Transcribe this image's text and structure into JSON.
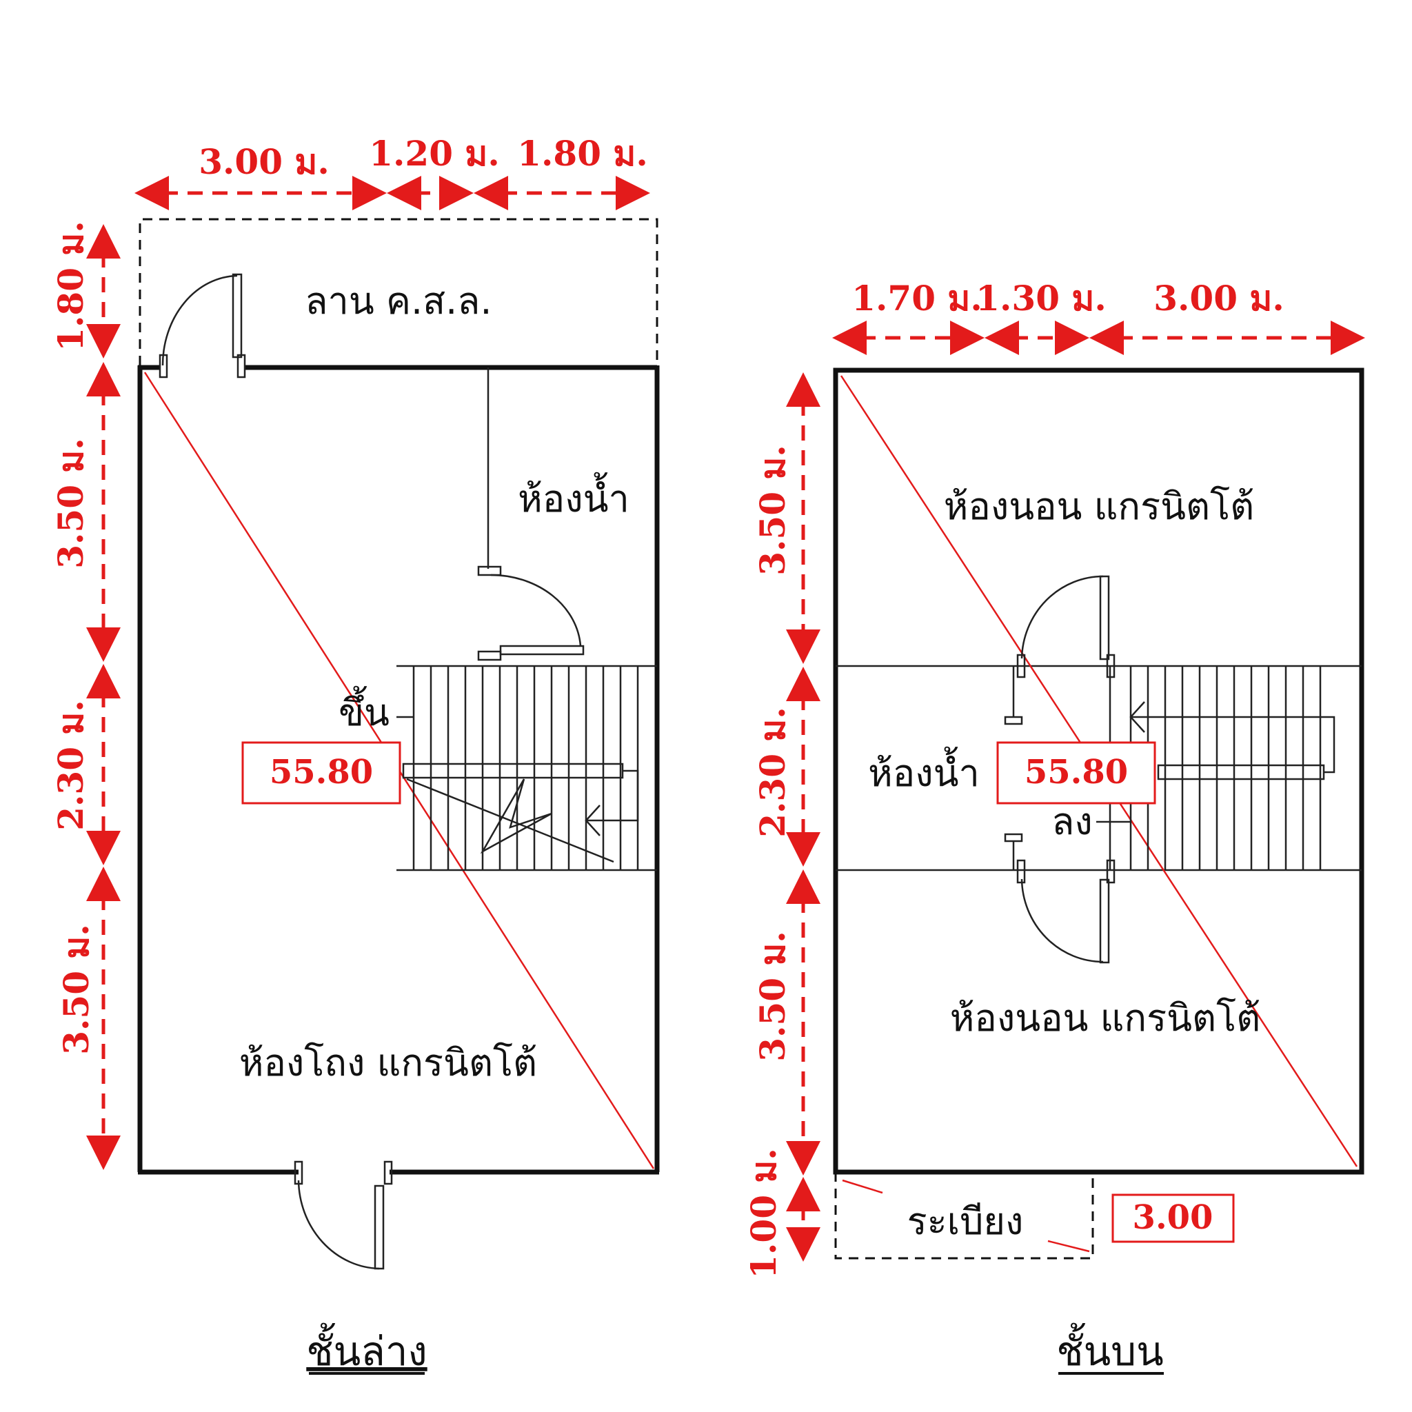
{
  "lower_floor": {
    "caption": "ชั้นล่าง",
    "dims_top": [
      "3.00 ม.",
      "1.20 ม.",
      "1.80 ม."
    ],
    "dims_left": [
      "1.80 ม.",
      "3.50 ม.",
      "2.30 ม.",
      "3.50 ม."
    ],
    "rooms": {
      "patio": "ลาน ค.ส.ล.",
      "bathroom": "ห้องน้ำ",
      "living": "ห้องโถง แกรนิตโต้",
      "stair_up": "ขึ้น"
    },
    "area": "55.80"
  },
  "upper_floor": {
    "caption": "ชั้นบน",
    "dims_top": [
      "1.70 ม.",
      "1.30 ม.",
      "3.00 ม."
    ],
    "dims_left": [
      "3.50 ม.",
      "2.30 ม.",
      "3.50 ม.",
      "1.00 ม."
    ],
    "rooms": {
      "bedroom_top": "ห้องนอน แกรนิตโต้",
      "bathroom": "ห้องน้ำ",
      "bedroom_bottom": "ห้องนอน แกรนิตโต้",
      "stair_down": "ลง",
      "balcony": "ระเบียง"
    },
    "area": "55.80",
    "balcony_area": "3.00"
  },
  "colors": {
    "dimension": "#e31b1b",
    "wall": "#111111"
  }
}
